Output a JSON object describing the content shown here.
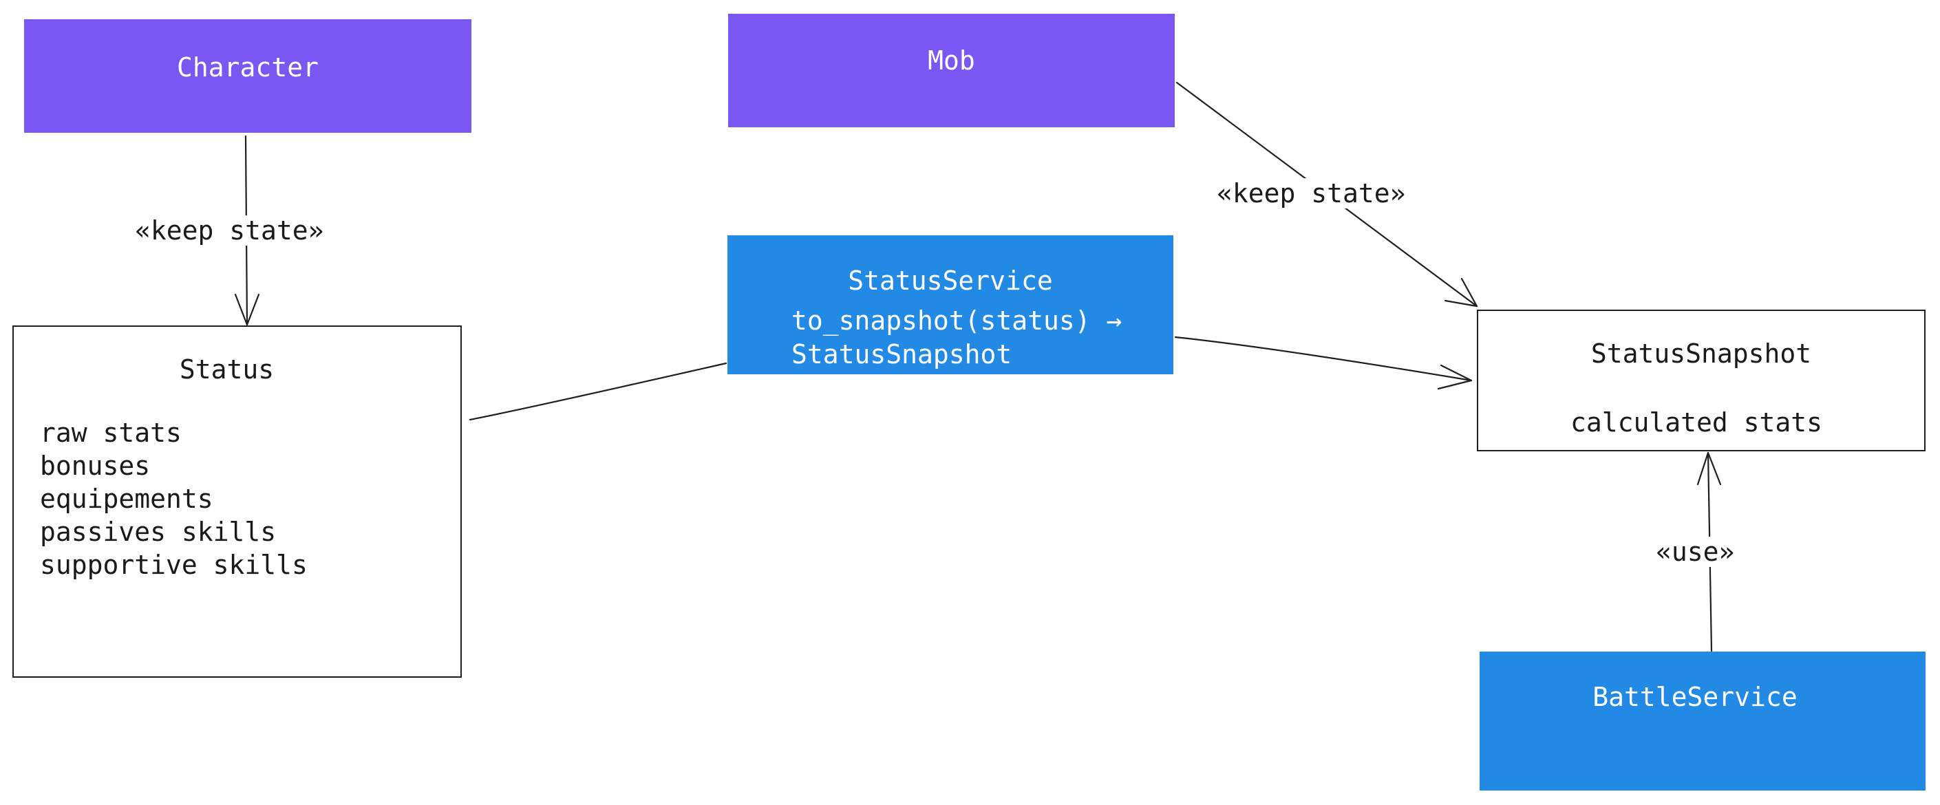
{
  "nodes": {
    "character": {
      "title": "Character"
    },
    "mob": {
      "title": "Mob"
    },
    "status": {
      "title": "Status",
      "fields": [
        "raw stats",
        "bonuses",
        "equipements",
        "passives skills",
        "supportive skills"
      ]
    },
    "status_service": {
      "title": "StatusService",
      "method_line1": "to_snapshot(status) →",
      "method_line2": "StatusSnapshot"
    },
    "status_snapshot": {
      "title": "StatusSnapshot",
      "field": "calculated stats"
    },
    "battle_service": {
      "title": "BattleService"
    }
  },
  "edges": {
    "character_status": "«keep state»",
    "mob_snapshot": "«keep state»",
    "battle_snapshot": "«use»"
  },
  "colors": {
    "class_purple": "#7a57f2",
    "service_blue": "#228ae5",
    "outline": "#1f1f1f"
  }
}
